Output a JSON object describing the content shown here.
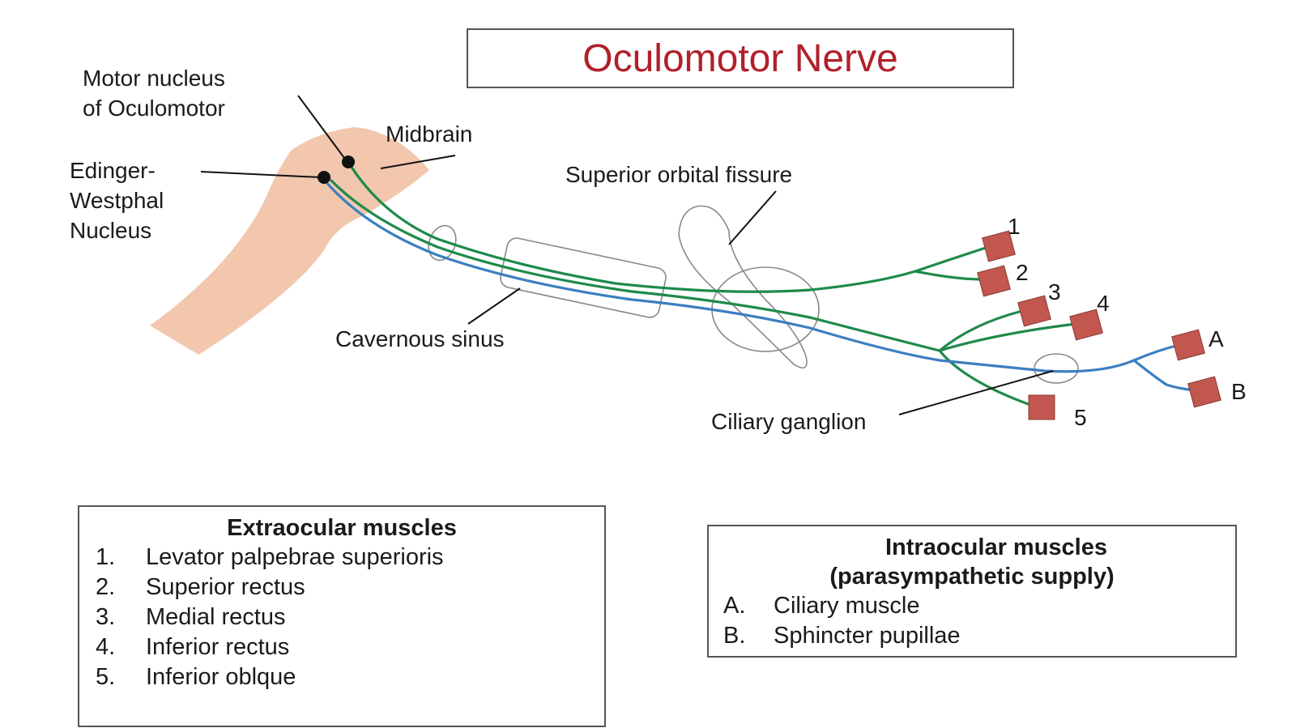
{
  "title": "Oculomotor Nerve",
  "labels": {
    "motor_nucleus_line1": "Motor nucleus",
    "motor_nucleus_line2": "of Oculomotor",
    "midbrain": "Midbrain",
    "edinger_line1": "Edinger-",
    "edinger_line2": "Westphal",
    "edinger_line3": "Nucleus",
    "superior_orbital_fissure": "Superior orbital fissure",
    "cavernous_sinus": "Cavernous sinus",
    "ciliary_ganglion": "Ciliary ganglion"
  },
  "muscle_markers": {
    "m1": "1",
    "m2": "2",
    "m3": "3",
    "m4": "4",
    "m5": "5",
    "mA": "A",
    "mB": "B"
  },
  "extraocular": {
    "heading": "Extraocular muscles",
    "items": [
      {
        "num": "1.",
        "name": "Levator palpebrae superioris"
      },
      {
        "num": "2.",
        "name": "Superior rectus"
      },
      {
        "num": "3.",
        "name": "Medial rectus"
      },
      {
        "num": "4.",
        "name": "Inferior rectus"
      },
      {
        "num": "5.",
        "name": "Inferior oblque"
      }
    ]
  },
  "intraocular": {
    "heading_line1": "Intraocular muscles",
    "heading_line2": "(parasympathetic supply)",
    "items": [
      {
        "num": "A.",
        "name": "Ciliary muscle"
      },
      {
        "num": "B.",
        "name": "Sphincter pupillae"
      }
    ]
  },
  "colors": {
    "title": "#b0202a",
    "green_nerve": "#1e8a4a",
    "blue_nerve": "#3a7fc0",
    "midbrain_fill": "#f2c7ae",
    "muscle_fill": "#c2574f"
  }
}
